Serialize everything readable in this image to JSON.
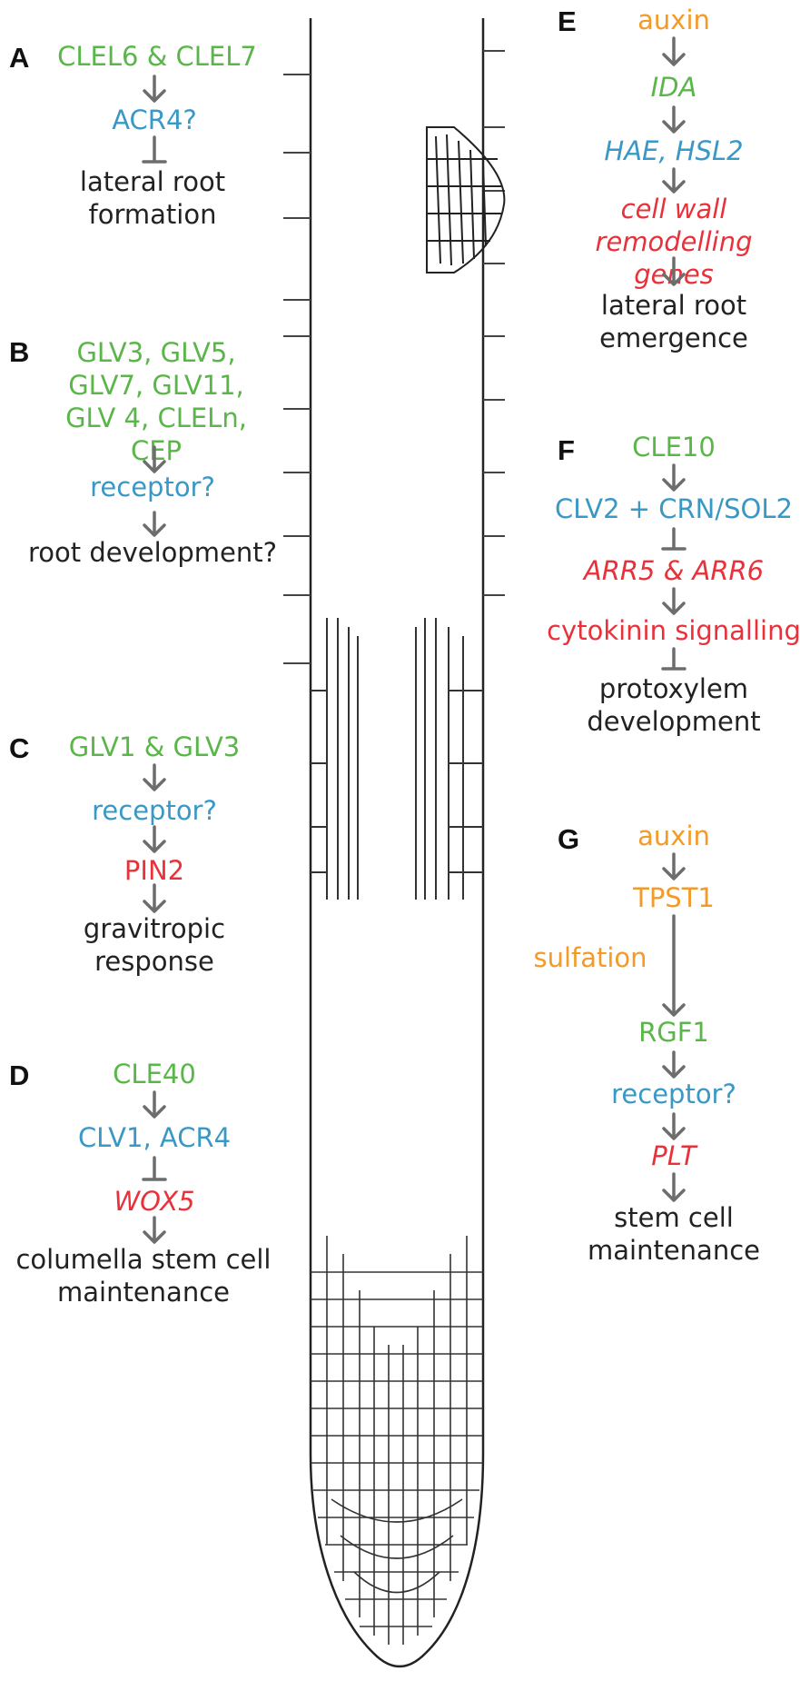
{
  "colors": {
    "peptide": "#5bb64a",
    "receptor": "#3a98c6",
    "target_gene": "#e8313a",
    "hormone_enzyme": "#f39a28",
    "outcome": "#222222",
    "arrow": "#6d6d6d"
  },
  "panels": {
    "A": {
      "letter": "A",
      "nodes": [
        {
          "text": "CLEL6 & CLEL7",
          "role": "peptide"
        },
        {
          "text": "ACR4?",
          "role": "receptor"
        },
        {
          "text": "lateral root formation",
          "role": "outcome"
        }
      ],
      "links": [
        "activate",
        "inhibit"
      ]
    },
    "B": {
      "letter": "B",
      "nodes": [
        {
          "text": "GLV3, GLV5, GLV7, GLV11, GLV 4, CLELn, CEP",
          "role": "peptide"
        },
        {
          "text": "receptor?",
          "role": "receptor"
        },
        {
          "text": "root development?",
          "role": "outcome"
        }
      ],
      "links": [
        "activate",
        "activate"
      ]
    },
    "C": {
      "letter": "C",
      "nodes": [
        {
          "text": "GLV1 & GLV3",
          "role": "peptide"
        },
        {
          "text": "receptor?",
          "role": "receptor"
        },
        {
          "text": "PIN2",
          "role": "target_gene"
        },
        {
          "text": "gravitropic response",
          "role": "outcome"
        }
      ],
      "links": [
        "activate",
        "activate",
        "activate"
      ]
    },
    "D": {
      "letter": "D",
      "nodes": [
        {
          "text": "CLE40",
          "role": "peptide"
        },
        {
          "text": "CLV1, ACR4",
          "role": "receptor"
        },
        {
          "text": "WOX5",
          "role": "target_gene"
        },
        {
          "text": "columella stem cell maintenance",
          "role": "outcome"
        }
      ],
      "links": [
        "activate",
        "inhibit",
        "activate"
      ]
    },
    "E": {
      "letter": "E",
      "nodes": [
        {
          "text": "auxin",
          "role": "hormone_enzyme"
        },
        {
          "text": "IDA",
          "role": "peptide"
        },
        {
          "text": "HAE, HSL2",
          "role": "receptor"
        },
        {
          "text": "cell wall remodelling genes",
          "role": "target_gene"
        },
        {
          "text": "lateral root emergence",
          "role": "outcome"
        }
      ],
      "links": [
        "activate",
        "activate",
        "activate",
        "activate"
      ]
    },
    "F": {
      "letter": "F",
      "nodes": [
        {
          "text": "CLE10",
          "role": "peptide"
        },
        {
          "text": "CLV2 + CRN/SOL2",
          "role": "receptor"
        },
        {
          "text": "ARR5 & ARR6",
          "role": "target_gene"
        },
        {
          "text": "cytokinin signalling",
          "role": "target_gene"
        },
        {
          "text": "protoxylem development",
          "role": "outcome"
        }
      ],
      "links": [
        "activate",
        "inhibit",
        "activate",
        "inhibit"
      ]
    },
    "G": {
      "letter": "G",
      "nodes": [
        {
          "text": "auxin",
          "role": "hormone_enzyme"
        },
        {
          "text": "TPST1",
          "role": "hormone_enzyme"
        },
        {
          "text": "RGF1",
          "role": "peptide"
        },
        {
          "text": "receptor?",
          "role": "receptor"
        },
        {
          "text": "PLT",
          "role": "target_gene"
        },
        {
          "text": "stem cell maintenance",
          "role": "outcome"
        }
      ],
      "links": [
        "activate",
        "activate",
        "activate",
        "activate",
        "activate"
      ],
      "annotation": {
        "text": "sulfation",
        "role": "hormone_enzyme"
      }
    }
  }
}
